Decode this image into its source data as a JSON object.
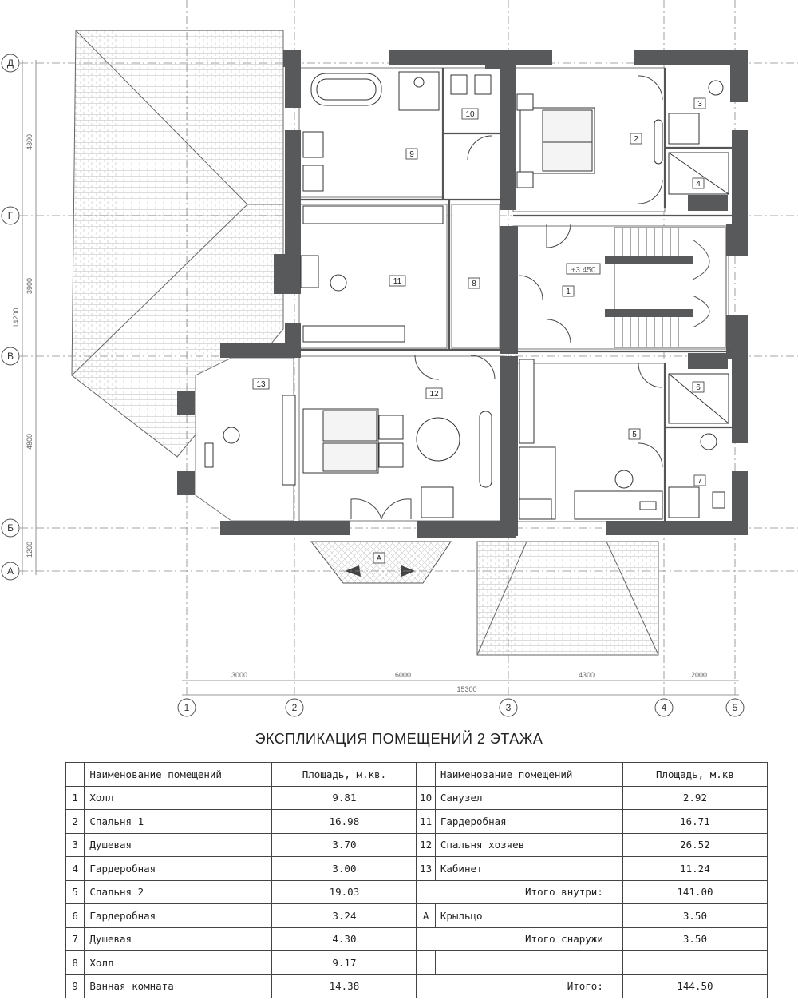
{
  "plan": {
    "axis_rows": [
      "Д",
      "Г",
      "В",
      "Б",
      "А"
    ],
    "axis_cols": [
      "1",
      "2",
      "3",
      "4",
      "5"
    ],
    "dims_left": [
      "4300",
      "3900",
      "4800",
      "1200"
    ],
    "dim_left_total": "14200",
    "dims_bottom": [
      "3000",
      "6000",
      "4300",
      "2000"
    ],
    "dim_bottom_total": "15300",
    "level_mark": "+3.450",
    "room_tags": [
      "1",
      "2",
      "3",
      "4",
      "5",
      "6",
      "7",
      "8",
      "9",
      "10",
      "11",
      "12",
      "13",
      "А"
    ]
  },
  "title": "ЭКСПЛИКАЦИЯ ПОМЕЩЕНИЙ 2 ЭТАЖА",
  "table": {
    "header": {
      "name": "Наименование помещений",
      "area_left": "Площадь, м.кв.",
      "area_right": "Площадь, м.кв"
    },
    "rows": [
      {
        "n1": "1",
        "name1": "Холл",
        "area1": "9.81",
        "n2": "10",
        "name2": "Санузел",
        "area2": "2.92",
        "sum": ""
      },
      {
        "n1": "2",
        "name1": "Спальня 1",
        "area1": "16.98",
        "n2": "11",
        "name2": "Гардеробная",
        "area2": "16.71",
        "sum": ""
      },
      {
        "n1": "3",
        "name1": "Душевая",
        "area1": "3.70",
        "n2": "12",
        "name2": "Спальня хозяев",
        "area2": "26.52",
        "sum": ""
      },
      {
        "n1": "4",
        "name1": "Гардеробная",
        "area1": "3.00",
        "n2": "13",
        "name2": "Кабинет",
        "area2": "11.24",
        "sum": ""
      },
      {
        "n1": "5",
        "name1": "Спальня 2",
        "area1": "19.03",
        "n2": "",
        "name2": "",
        "area2": "141.00",
        "sum": "Итого внутри:"
      },
      {
        "n1": "6",
        "name1": "Гардеробная",
        "area1": "3.24",
        "n2": "А",
        "name2": "Крыльцо",
        "area2": "3.50",
        "sum": ""
      },
      {
        "n1": "7",
        "name1": "Душевая",
        "area1": "4.30",
        "n2": "",
        "name2": "",
        "area2": "3.50",
        "sum": "Итого снаружи"
      },
      {
        "n1": "8",
        "name1": "Холл",
        "area1": "9.17",
        "n2": "",
        "name2": "",
        "area2": "",
        "sum": ""
      },
      {
        "n1": "9",
        "name1": "Ванная комната",
        "area1": "14.38",
        "n2": "",
        "name2": "",
        "area2": "144.50",
        "sum": "Итого:"
      }
    ]
  }
}
